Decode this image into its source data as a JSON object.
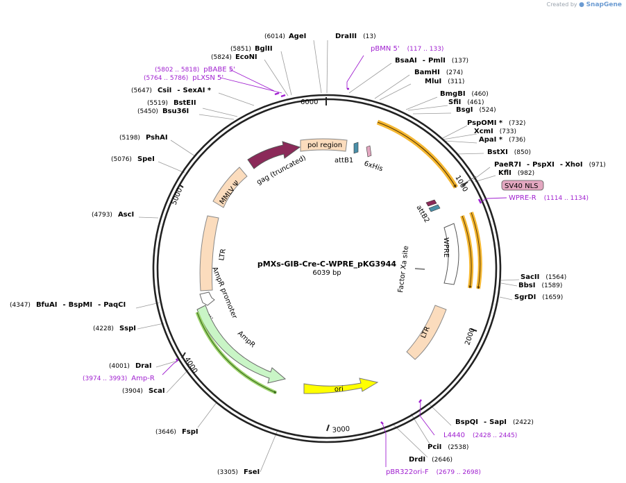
{
  "credit": {
    "prefix": "Created by",
    "brand": "SnapGene"
  },
  "plasmid": {
    "name": "pMXs-GIB-Cre-C-WPRE_pKG3944",
    "length_label": "6039 bp"
  },
  "ticks": [
    "1000",
    "2000",
    "3000",
    "4000",
    "5000",
    "6000"
  ],
  "enzymes": [
    {
      "name": "AgeI",
      "pos": "(6014)"
    },
    {
      "name": "DraIII",
      "pos": "(13)"
    },
    {
      "name": "BglII",
      "pos": "(5851)"
    },
    {
      "name": "EcoNI",
      "pos": "(5824)"
    },
    {
      "name": "BsaAI",
      "name2": "PmlI",
      "pos": "(137)"
    },
    {
      "name": "BamHI",
      "pos": "(274)"
    },
    {
      "name": "MluI",
      "pos": "(311)"
    },
    {
      "name": "CsiI",
      "name2": "SexAI *",
      "pos": "(5647)"
    },
    {
      "name": "BmgBI",
      "pos": "(460)"
    },
    {
      "name": "SfiI",
      "pos": "(461)"
    },
    {
      "name": "BstEII",
      "pos": "(5519)"
    },
    {
      "name": "Bsu36I",
      "pos": "(5450)"
    },
    {
      "name": "BsgI",
      "pos": "(524)"
    },
    {
      "name": "PspOMI *",
      "pos": "(732)"
    },
    {
      "name": "XcmI",
      "pos": "(733)"
    },
    {
      "name": "PshAI",
      "pos": "(5198)"
    },
    {
      "name": "ApaI *",
      "pos": "(736)"
    },
    {
      "name": "BstXI",
      "pos": "(850)"
    },
    {
      "name": "SpeI",
      "pos": "(5076)"
    },
    {
      "name": "PaeR7I",
      "name2": "PspXI",
      "name3": "XhoI",
      "pos": "(971)"
    },
    {
      "name": "KflI",
      "pos": "(982)"
    },
    {
      "name": "AscI",
      "pos": "(4793)"
    },
    {
      "name": "SacII",
      "pos": "(1564)"
    },
    {
      "name": "BbsI",
      "pos": "(1589)"
    },
    {
      "name": "SgrDI",
      "pos": "(1659)"
    },
    {
      "name": "BfuAI",
      "name2": "BspMI",
      "name3": "PaqCI",
      "pos": "(4347)"
    },
    {
      "name": "SspI",
      "pos": "(4228)"
    },
    {
      "name": "DraI",
      "pos": "(4001)"
    },
    {
      "name": "ScaI",
      "pos": "(3904)"
    },
    {
      "name": "BspQI",
      "name2": "SapI",
      "pos": "(2422)"
    },
    {
      "name": "FspI",
      "pos": "(3646)"
    },
    {
      "name": "PciI",
      "pos": "(2538)"
    },
    {
      "name": "DrdI",
      "pos": "(2646)"
    },
    {
      "name": "FseI",
      "pos": "(3305)"
    }
  ],
  "primers": [
    {
      "name": "pBMN 5'",
      "range": "(117 .. 133)"
    },
    {
      "name": "pBABE 5'",
      "range": "(5802 .. 5818)"
    },
    {
      "name": "pLXSN 5'",
      "range": "(5764 .. 5786)"
    },
    {
      "name": "WPRE-R",
      "range": "(1114 .. 1134)"
    },
    {
      "name": "L4440",
      "range": "(2428 .. 2445)"
    },
    {
      "name": "pBR322ori-F",
      "range": "(2679 .. 2698)"
    },
    {
      "name": "Amp-R",
      "range": "(3974 .. 3993)"
    }
  ],
  "features": {
    "pol_region": "pol region",
    "gag": "gag (truncated)",
    "mmlv": "MMLV Ψ",
    "ltr_left": "LTR",
    "ltr_right": "LTR",
    "attb1": "attB1",
    "his": "6xHis",
    "attb2": "attB2",
    "wpre": "WPRE",
    "factor_xa": "Factor Xa site",
    "sv40": "SV40 NLS",
    "ampr_promoter": "AmpR promoter",
    "ampr": "AmpR",
    "ori": "ori"
  },
  "colors": {
    "cds": "#f5b731",
    "misc": "#fbdcbd",
    "gag": "#8b2a59",
    "ampr": "#c9f5c6",
    "ori": "#ffff00",
    "primer": "#a020d0",
    "sv40_fill": "#e3a7c0"
  }
}
